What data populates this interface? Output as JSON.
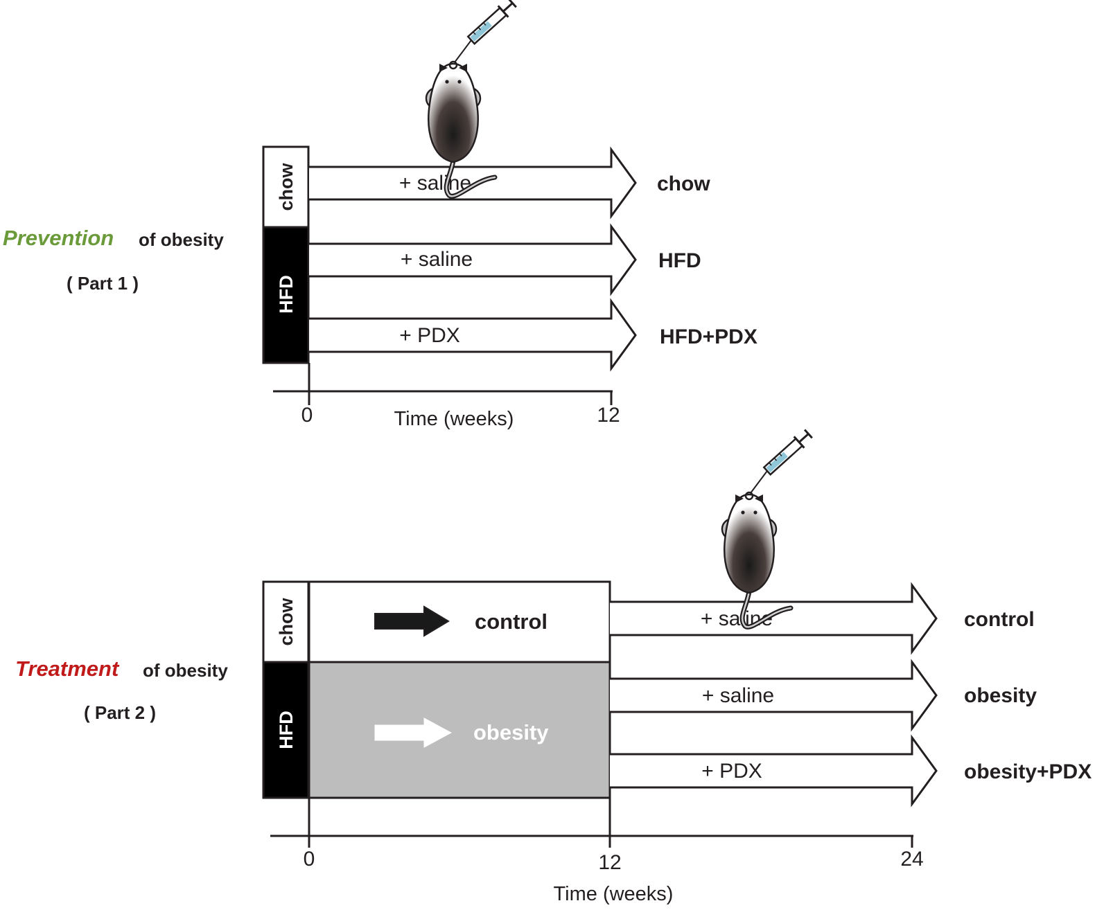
{
  "part1": {
    "title_highlight": "Prevention",
    "title_rest": "of obesity",
    "subtitle": "( Part 1 )",
    "diet_chow": "chow",
    "diet_hfd": "HFD",
    "arrows": [
      {
        "label": "+ saline",
        "group": "chow"
      },
      {
        "label": "+ saline",
        "group": "HFD"
      },
      {
        "label": "+ PDX",
        "group": "HFD+PDX"
      }
    ],
    "axis": {
      "start": "0",
      "end": "12",
      "label": "Time (weeks)"
    }
  },
  "part2": {
    "title_highlight": "Treatment",
    "title_rest": "of obesity",
    "subtitle": "( Part 2 )",
    "diet_chow": "chow",
    "diet_hfd": "HFD",
    "phase1_control": "control",
    "phase1_obesity": "obesity",
    "arrows": [
      {
        "label": "+ saline",
        "group": "control"
      },
      {
        "label": "+ saline",
        "group": "obesity"
      },
      {
        "label": "+ PDX",
        "group": "obesity+PDX"
      }
    ],
    "axis": {
      "start": "0",
      "mid": "12",
      "end": "24",
      "label": "Time (weeks)"
    }
  },
  "colors": {
    "prevention": "#6a9a3a",
    "treatment": "#c01a1a",
    "obesity_phase_fill": "#bdbdbd",
    "ink": "#231f20"
  }
}
